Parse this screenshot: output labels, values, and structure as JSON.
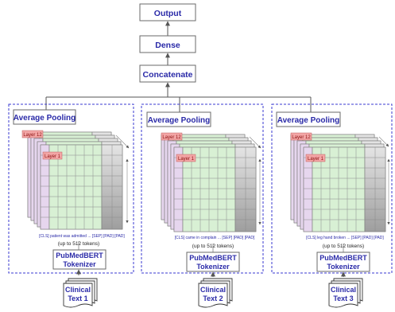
{
  "top": {
    "output_label": "Output",
    "dense_label": "Dense",
    "concat_label": "Concatenate"
  },
  "columns": [
    {
      "pooling_label": "Average Pooling",
      "layer_top_label": "Layer 12",
      "layer_bottom_label": "Layer 1",
      "tokens_line": "[CLS]  patient  was  admitted  ...  [SEP] [PAD] [PAD]",
      "max_tokens": "(up to 512 tokens)",
      "tokenizer_line1": "PubMedBERT",
      "tokenizer_line2": "Tokenizer",
      "doc_line1": "Clinical",
      "doc_line2": "Text 1"
    },
    {
      "pooling_label": "Average Pooling",
      "layer_top_label": "Layer 12",
      "layer_bottom_label": "Layer 1",
      "tokens_line": "[CLS]  came  in  complain  ...  [SEP] [PAD] [PAD]",
      "max_tokens": "(up to 512 tokens)",
      "tokenizer_line1": "PubMedBERT",
      "tokenizer_line2": "Tokenizer",
      "doc_line1": "Clinical",
      "doc_line2": "Text 2"
    },
    {
      "pooling_label": "Average Pooling",
      "layer_top_label": "Layer 12",
      "layer_bottom_label": "Layer 1",
      "tokens_line": "[CLS]  leg  hand  broken  ...  [SEP] [PAD] [PAD]",
      "max_tokens": "(up to 512 tokens)",
      "tokenizer_line1": "PubMedBERT",
      "tokenizer_line2": "Tokenizer",
      "doc_line1": "Clinical",
      "doc_line2": "Text 3"
    }
  ],
  "colors": {
    "box_text": "#2a2aa8",
    "dashed_border": "#3a3ad0",
    "layer_tag_fill": "#f3a6a6",
    "purple_cell": "#e6d6ee",
    "green_cell": "#d8f0d4",
    "gray_cell": "#c8c8c8"
  }
}
